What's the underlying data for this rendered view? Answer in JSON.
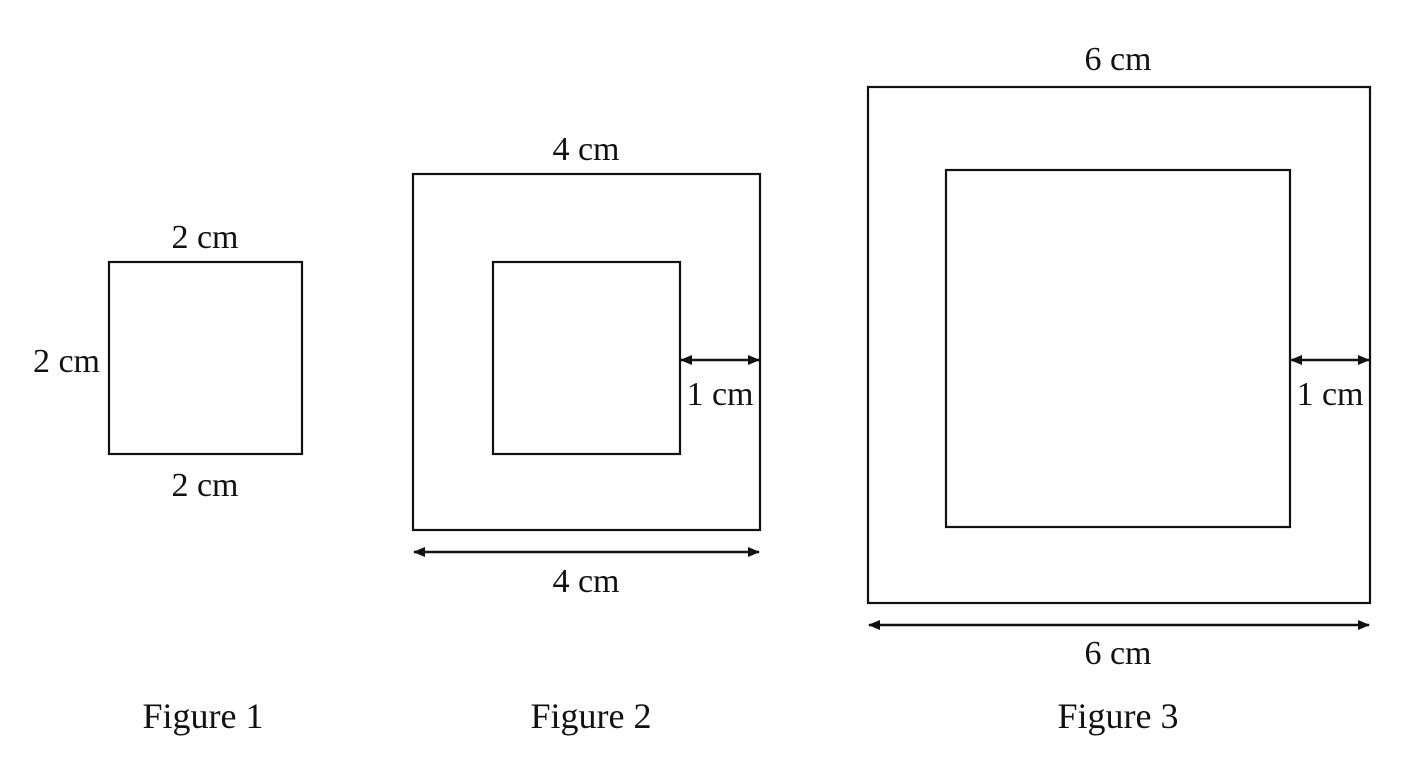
{
  "figures": [
    {
      "caption": "Figure 1",
      "labels": {
        "top": "2 cm",
        "left": "2 cm",
        "bottom": "2 cm"
      }
    },
    {
      "caption": "Figure 2",
      "labels": {
        "top": "4 cm",
        "gap": "1 cm",
        "bottom": "4 cm"
      }
    },
    {
      "caption": "Figure 3",
      "labels": {
        "top": "6 cm",
        "gap": "1 cm",
        "bottom": "6 cm"
      }
    }
  ]
}
